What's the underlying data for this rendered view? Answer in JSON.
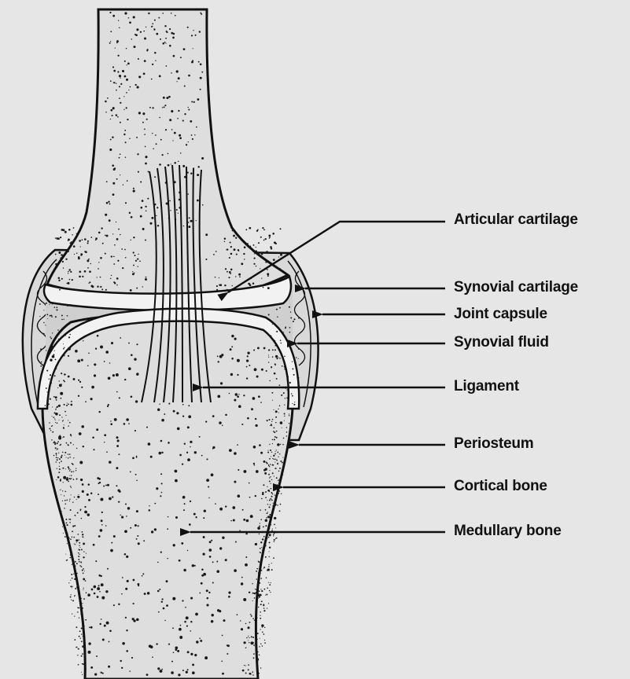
{
  "labels": [
    {
      "id": "articular-cartilage",
      "text": "Articular cartilage"
    },
    {
      "id": "synovial-cartilage",
      "text": "Synovial cartilage"
    },
    {
      "id": "joint-capsule",
      "text": "Joint capsule"
    },
    {
      "id": "synovial-fluid",
      "text": "Synovial fluid"
    },
    {
      "id": "ligament",
      "text": "Ligament"
    },
    {
      "id": "periosteum",
      "text": "Periosteum"
    },
    {
      "id": "cortical-bone",
      "text": "Cortical bone"
    },
    {
      "id": "medullary-bone",
      "text": "Medullary bone"
    }
  ],
  "colors": {
    "background": "#e6e6e6",
    "line": "#111111",
    "cartilage": "#f2f2f2",
    "stipple": "#1a1a1a"
  }
}
